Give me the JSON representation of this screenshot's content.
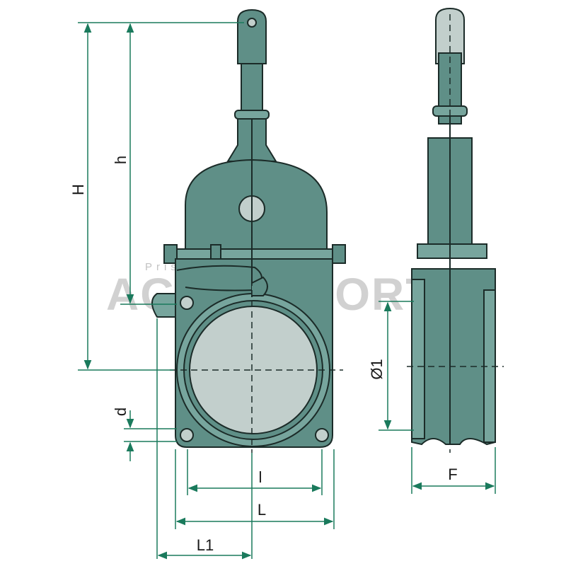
{
  "dimensions": {
    "H": "H",
    "h": "h",
    "d": "d",
    "l": "l",
    "L": "L",
    "L1": "L1",
    "diameter": "Ø1",
    "F": "F"
  },
  "watermark": {
    "left": "AGRI",
    "right": "NORTH",
    "small": "Prise"
  },
  "colors": {
    "body": "#5f8f87",
    "body_light": "#77a59d",
    "disc": "#c2cfcc",
    "outline": "#1b2b28",
    "dimension": "#1a7a5c"
  }
}
